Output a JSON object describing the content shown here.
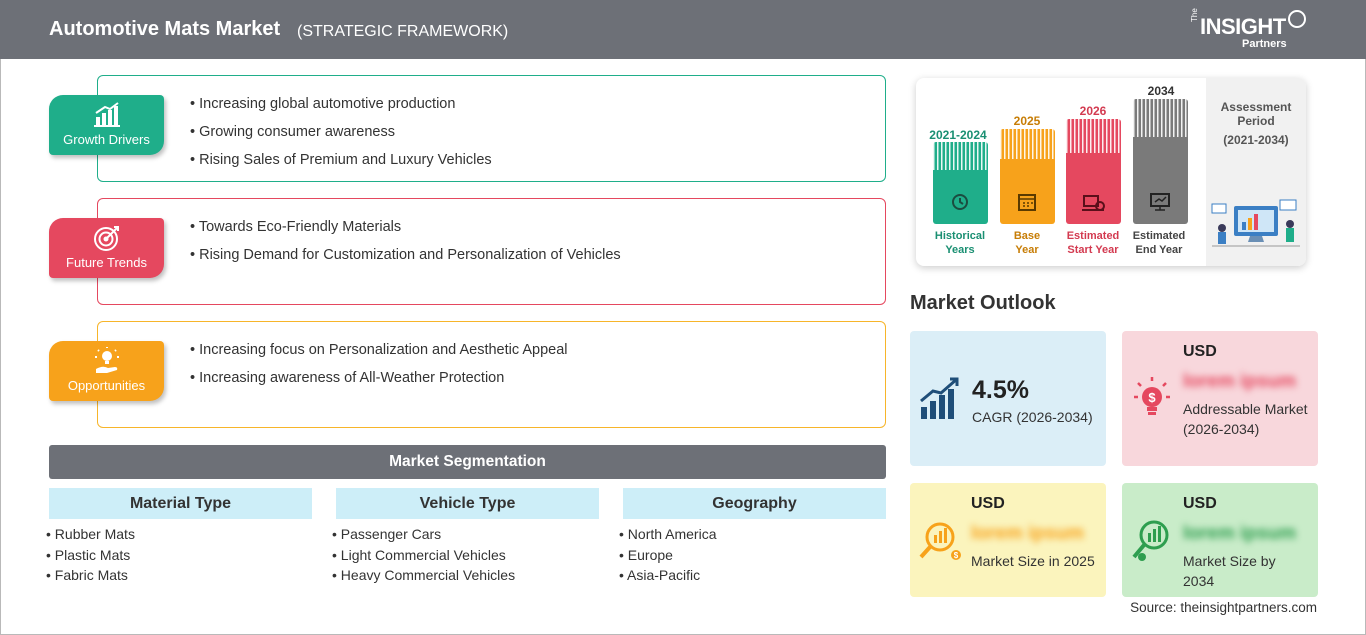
{
  "header": {
    "title": "Automotive Mats Market",
    "subtitle": "(STRATEGIC FRAMEWORK)",
    "logo": {
      "the": "The",
      "brand": "INSIGHT",
      "partners": "Partners"
    }
  },
  "factors": [
    {
      "label": "Growth Drivers",
      "icon": "growth-chart-icon",
      "color": "#1fae8a",
      "items": [
        "Increasing global automotive production",
        "Growing consumer awareness",
        "Rising Sales of Premium and Luxury Vehicles"
      ]
    },
    {
      "label": "Future Trends",
      "icon": "target-icon",
      "color": "#e5485f",
      "items": [
        "Towards Eco-Friendly Materials",
        "Rising Demand for Customization and Personalization of Vehicles"
      ]
    },
    {
      "label": "Opportunities",
      "icon": "lightbulb-hand-icon",
      "color": "#f7a21b",
      "items": [
        "Increasing focus on Personalization and Aesthetic Appeal",
        "Increasing awareness of All-Weather Protection"
      ]
    }
  ],
  "segmentation": {
    "title": "Market Segmentation",
    "columns": [
      {
        "header": "Material Type",
        "items": [
          "Rubber Mats",
          "Plastic Mats",
          "Fabric Mats"
        ]
      },
      {
        "header": "Vehicle Type",
        "items": [
          "Passenger Cars",
          "Light Commercial Vehicles",
          "Heavy Commercial Vehicles"
        ]
      },
      {
        "header": "Geography",
        "items": [
          "North America",
          "Europe",
          "Asia-Pacific"
        ]
      }
    ]
  },
  "timeline": {
    "columns": [
      {
        "year": "2021-2024",
        "caption_line1": "Historical",
        "caption_line2": "Years",
        "color": "#1fae8a",
        "icon": "history-icon"
      },
      {
        "year": "2025",
        "caption_line1": "Base",
        "caption_line2": "Year",
        "color": "#f7a21b",
        "icon": "calendar-icon"
      },
      {
        "year": "2026",
        "caption_line1": "Estimated",
        "caption_line2": "Start Year",
        "color": "#e5485f",
        "icon": "start-icon"
      },
      {
        "year": "2034",
        "caption_line1": "Estimated",
        "caption_line2": "End Year",
        "color": "#7a7a7a",
        "icon": "monitor-icon"
      }
    ],
    "assessment": {
      "line1": "Assessment",
      "line2": "Period",
      "period": "(2021-2034)"
    }
  },
  "outlook": {
    "title": "Market Outlook",
    "cagr": {
      "value": "4.5%",
      "label": "CAGR (2026-2034)",
      "bg": "#dbeef7"
    },
    "cards": [
      {
        "usd": "USD",
        "value": "lorem ipsum",
        "desc": "Addressable Market (2026-2034)",
        "bg": "#f8d7dc",
        "accent": "#e5485f",
        "icon": "lightbulb-dollar-icon"
      },
      {
        "usd": "USD",
        "value": "lorem ipsum",
        "desc": "Market Size in 2025",
        "bg": "#fbf4bd",
        "accent": "#f7a21b",
        "icon": "magnifier-chart-icon"
      },
      {
        "usd": "USD",
        "value": "lorem ipsum",
        "desc": "Market Size by 2034",
        "bg": "#c9ecc9",
        "accent": "#2e9e4f",
        "icon": "magnifier-growth-icon"
      }
    ]
  },
  "source": "Source: theinsightpartners.com"
}
